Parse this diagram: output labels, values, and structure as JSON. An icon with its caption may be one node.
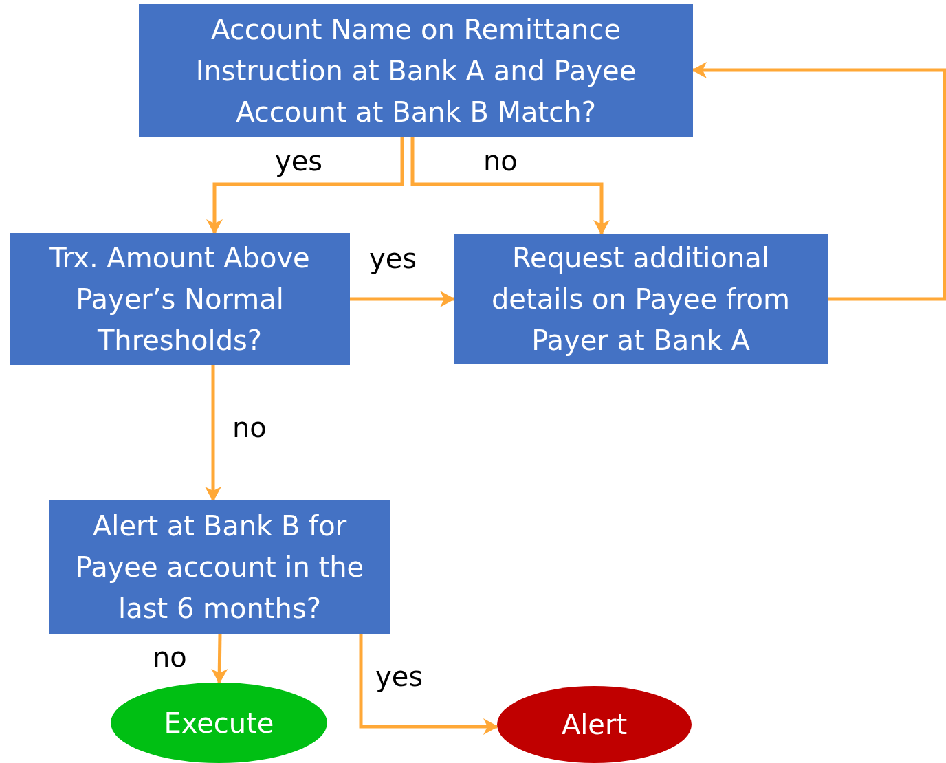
{
  "diagram": {
    "nodes": [
      {
        "text": [
          "Account Name on Remittance Instruction at Bank A and Payee Account at Bank B Match?"
        ]
      },
      {
        "text": [
          "Trx. Amount Above Payer’s Normal Thresholds?"
        ]
      },
      {
        "text": [
          "Request additional details on Payee from Payer at Bank A"
        ]
      },
      {
        "text": [
          "Alert at Bank B for Payee account in the last 6 months?"
        ]
      },
      {
        "text": [
          "Execute"
        ]
      },
      {
        "text": [
          "Alert"
        ]
      }
    ],
    "edges": [
      {
        "from": 0,
        "to": 1,
        "arrow": "to",
        "label": "yes"
      },
      {
        "from": 0,
        "to": 2,
        "arrow": "to",
        "label": "no"
      },
      {
        "from": 1,
        "to": 2,
        "arrow": "to",
        "label": "yes"
      },
      {
        "from": 2,
        "to": 0,
        "arrow": "to"
      },
      {
        "from": 1,
        "to": 3,
        "arrow": "to",
        "label": "no"
      },
      {
        "from": 3,
        "to": 4,
        "arrow": "to",
        "label": "no"
      },
      {
        "from": 3,
        "to": 5,
        "arrow": "to",
        "label": "yes"
      }
    ]
  }
}
